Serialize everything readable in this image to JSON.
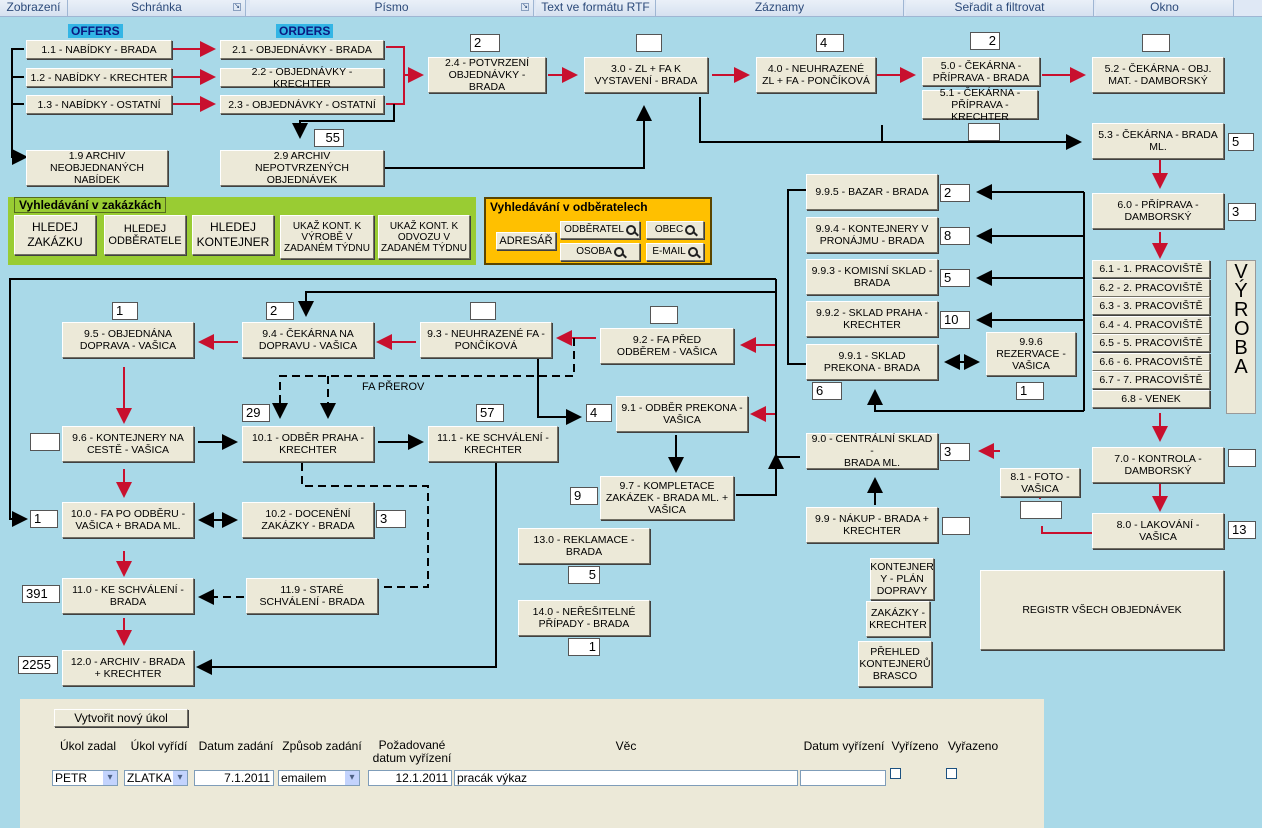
{
  "ribbon": [
    "Zobrazení",
    "Schránka",
    "Písmo",
    "Text ve formátu RTF",
    "Záznamy",
    "Seřadit a filtrovat",
    "Okno"
  ],
  "headers": {
    "offers": "OFFERS",
    "orders": "ORDERS"
  },
  "boxes": {
    "b11": "1.1 - NABÍDKY - BRADA",
    "b12": "1.2 - NABÍDKY - KRECHTER",
    "b13": "1.3 - NABÍDKY - OSTATNÍ",
    "b19": "1.9        ARCHIV\nNEOBJEDNANÝCH NABÍDEK",
    "b21": "2.1 - OBJEDNÁVKY - BRADA",
    "b22": "2.2 - OBJEDNÁVKY - KRECHTER",
    "b23": "2.3 - OBJEDNÁVKY - OSTATNÍ",
    "b29": "2.9        ARCHIV\nNEPOTVRZENÝCH OBJEDNÁVEK",
    "b24": "2.4 - POTVRZENÍ\nOBJEDNÁVKY - BRADA",
    "b30": "3.0 -  ZL + FA K\nVYSTAVENÍ - BRADA",
    "b40": "4.0 - NEUHRAZENÉ\nZL + FA - PONČÍKOVÁ",
    "b50": "5.0 - ČEKÁRNA -\nPŘÍPRAVA - BRADA",
    "b51": "5.1 - ČEKÁRNA -\nPŘÍPRAVA -KRECHTER",
    "b52": "5.2 - ČEKÁRNA - OBJ.\nMAT. - DAMBORSKÝ",
    "b53": "5.3 - ČEKÁRNA - BRADA\nML.",
    "b60": "6.0 - PŘÍPRAVA -\nDAMBORSKÝ",
    "b70": "7.0 - KONTROLA -\nDAMBORSKÝ",
    "b80": "8.0 - LAKOVÁNÍ -\nVAŠICA",
    "b81": "8.1 - FOTO -\nVAŠICA",
    "b995": "9.9.5 - BAZAR - BRADA",
    "b994": "9.9.4 - KONTEJNERY V\nPRONÁJMU - BRADA",
    "b993": "9.9.3 - KOMISNÍ SKLAD -\nBRADA",
    "b992": "9.9.2 - SKLAD PRAHA -\nKRECHTER",
    "b991": "9.9.1 - SKLAD\nPREKONA - BRADA",
    "b996": "9.9.6\nREZERVACE -\nVAŠICA",
    "b90": "9.0 - CENTRÁLNÍ SKLAD -\nBRADA ML.",
    "b99": "9.9 - NÁKUP - BRADA +\nKRECHTER",
    "b95": "9.5 - OBJEDNÁNA\nDOPRAVA - VAŠICA",
    "b94": "9.4 - ČEKÁRNA NA\nDOPRAVU - VAŠICA",
    "b93": "9.3 - NEUHRAZENÉ FA -\nPONČÍKOVÁ",
    "b92": "9.2 - FA PŘED\nODBĚREM - VAŠICA",
    "b91": "9.1 - ODBĚR PREKONA -\nVAŠICA",
    "b97": "9.7 - KOMPLETACE\nZAKÁZEK - BRADA ML. +\nVAŠICA",
    "b96": "9.6 - KONTEJNERY NA\nCESTĚ - VAŠICA",
    "b101": "10.1 - ODBĚR PRAHA -\nKRECHTER",
    "b111": "11.1 - KE SCHVÁLENÍ -\nKRECHTER",
    "b100": "10.0 - FA PO ODBĚRU -\nVAŠICA + BRADA ML.",
    "b102": "10.2 - DOCENĚNÍ\nZAKÁZKY - BRADA",
    "b110": "11.0 - KE SCHVÁLENÍ -\nBRADA",
    "b119": "11.9 - STARÉ\nSCHVÁLENÍ - BRADA",
    "b120": "12.0 - ARCHIV - BRADA\n+ KRECHTER",
    "b130": "13.0 - REKLAMACE -\nBRADA",
    "b140": "14.0 - NEŘEŠITELNÉ\nPŘÍPADY - BRADA",
    "kont": "KONTEJNER\nY - PLÁN\nDOPRAVY",
    "zak": "ZAKÁZKY -\nKRECHTER",
    "prehled": "PŘEHLED\nKONTEJNERŮ\nBRASCO",
    "registr": "REGISTR VŠECH OBJEDNÁVEK"
  },
  "pracoviste": [
    "6.1 - 1. PRACOVIŠTĚ",
    "6.2 - 2. PRACOVIŠTĚ",
    "6.3 - 3. PRACOVIŠTĚ",
    "6.4 - 4. PRACOVIŠTĚ",
    "6.5 - 5. PRACOVIŠTĚ",
    "6.6 - 6. PRACOVIŠTĚ",
    "6.7 - 7. PRACOVIŠTĚ",
    "6.8 - VENEK"
  ],
  "vyroba": "VÝROBA",
  "counts": {
    "c24": "2",
    "c40": "4",
    "c50": "2",
    "c29": "55",
    "c53": "5",
    "c60": "3",
    "c80": "13",
    "c995": "2",
    "c994": "8",
    "c993": "5",
    "c992": "10",
    "c991": "6",
    "c996": "1",
    "c90": "3",
    "c95": "1",
    "c94": "2",
    "c101": "29",
    "c111": "57",
    "c91": "4",
    "c97": "9",
    "c100": "1",
    "c102": "3",
    "c110": "391",
    "c120": "2255",
    "c130": "5",
    "c140": "1"
  },
  "search_orders": {
    "title": "Vyhledávání v zakázkách",
    "buttons": [
      "HLEDEJ\nZAKÁZKU",
      "HLEDEJ\nODBĚRATELE",
      "HLEDEJ\nKONTEJNER",
      "UKAŽ KONT. K\nVÝROBĚ V\nZADANÉM TÝDNU",
      "UKAŽ KONT. K\nODVOZU V\nZADANÉM TÝDNU"
    ]
  },
  "search_customers": {
    "title": "Vyhledávání v odběratelech",
    "adresar": "ADRESÁŘ",
    "odberatel": "ODBĚRATEL",
    "obec": "OBEC",
    "osoba": "OSOBA",
    "email": "E-MAIL"
  },
  "fa_prerov": "FA PŘEROV",
  "task": {
    "new_button": "Vytvořit nový úkol",
    "labels": {
      "zadal": "Úkol zadal",
      "vyridi": "Úkol vyřídí",
      "datum_zadani": "Datum zadání",
      "zpusob": "Způsob zadání",
      "pozadovane": "Požadované\ndatum vyřízení",
      "vec": "Věc",
      "datum_vyrizeni": "Datum vyřízení",
      "vyrizeno": "Vyřízeno",
      "vyrazeno": "Vyřazeno"
    },
    "values": {
      "zadal": "PETR",
      "vyridi": "ZLATKA",
      "datum_zadani": "7.1.2011",
      "zpusob": "emailem",
      "pozadovane": "12.1.2011",
      "vec": "pracák výkaz",
      "datum_vyrizeni": ""
    }
  },
  "colors": {
    "arrow_red": "#c8102e",
    "panel_green": "#99cc33",
    "panel_orange": "#ffc000"
  }
}
